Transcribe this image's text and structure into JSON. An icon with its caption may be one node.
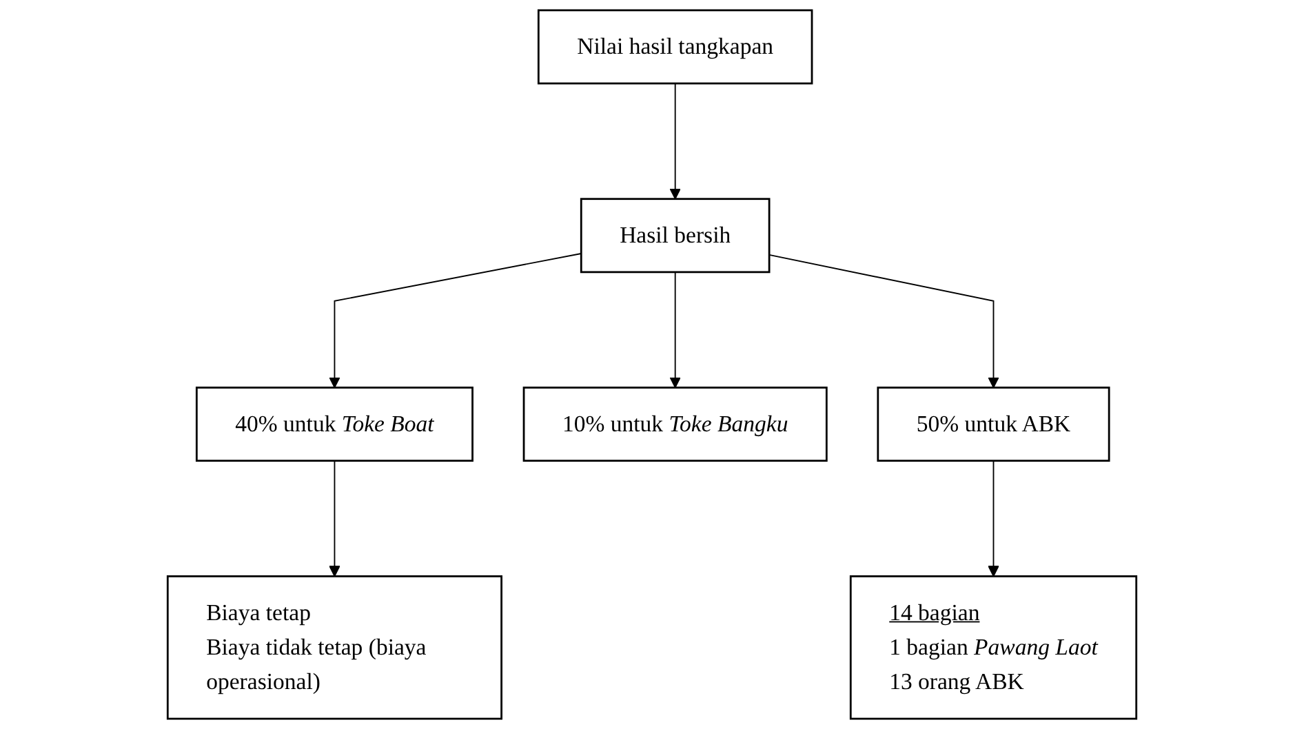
{
  "diagram": {
    "nodes": [
      {
        "text": [
          "Nilai hasil tangkapan"
        ]
      },
      {
        "text": [
          "Hasil bersih"
        ]
      },
      {
        "text": [
          "40% untuk *Toke Boat*"
        ]
      },
      {
        "text": [
          "10% untuk *Toke Bangku*"
        ]
      },
      {
        "text": [
          "50% untuk ABK"
        ]
      },
      {
        "text": [
          "Biaya tetap",
          "Biaya tidak tetap (biaya operasional)"
        ]
      },
      {
        "text": [
          "14 bagian",
          "1 bagian *Pawang Laot*",
          "13 orang ABK"
        ]
      }
    ],
    "edges": [
      {
        "from": 0,
        "to": 1,
        "arrow": "to"
      },
      {
        "from": 1,
        "to": 2,
        "arrow": "to"
      },
      {
        "from": 1,
        "to": 3,
        "arrow": "to"
      },
      {
        "from": 1,
        "to": 4,
        "arrow": "to"
      },
      {
        "from": 2,
        "to": 5,
        "arrow": "to"
      },
      {
        "from": 4,
        "to": 6,
        "arrow": "to"
      }
    ]
  }
}
